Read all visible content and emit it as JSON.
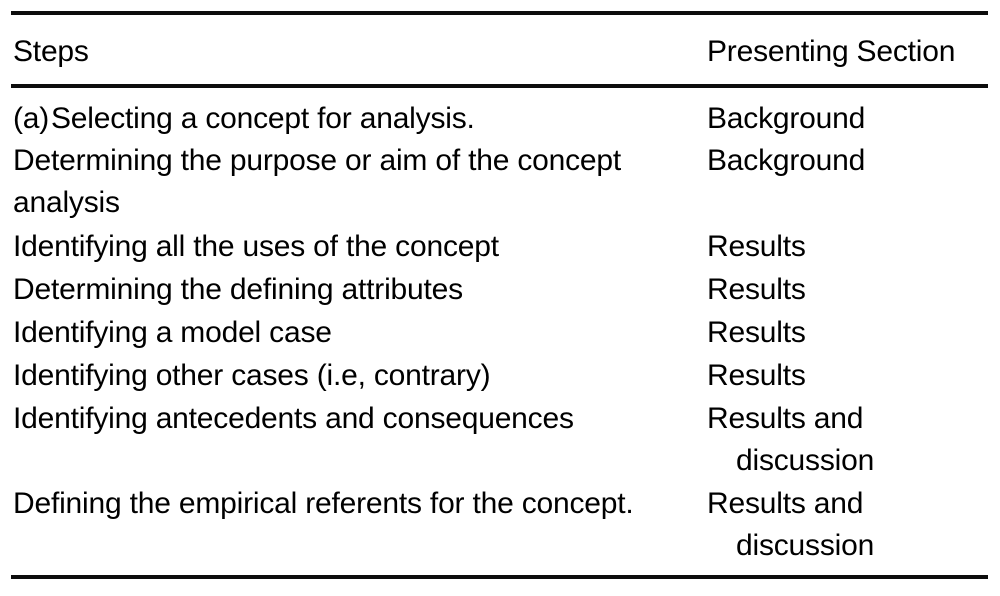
{
  "table": {
    "headers": {
      "steps": "Steps",
      "section": "Presenting Section"
    },
    "rows": [
      {
        "marker": "(a)",
        "step": "Selecting a concept for analysis.",
        "section": "Background",
        "section_cont": ""
      },
      {
        "marker": "",
        "step": "Determining the purpose or aim of the concept analysis",
        "section": "Background",
        "section_cont": ""
      },
      {
        "marker": "",
        "step": "Identifying all the uses of the concept",
        "section": "Results",
        "section_cont": ""
      },
      {
        "marker": "",
        "step": "Determining the defining attributes",
        "section": "Results",
        "section_cont": ""
      },
      {
        "marker": "",
        "step": "Identifying a model case",
        "section": "Results",
        "section_cont": ""
      },
      {
        "marker": "",
        "step": "Identifying other cases (i.e, contrary)",
        "section": "Results",
        "section_cont": ""
      },
      {
        "marker": "",
        "step": "Identifying antecedents and consequences",
        "section": "Results and",
        "section_cont": "discussion"
      },
      {
        "marker": "",
        "step": "Defining the empirical referents for the concept.",
        "section": "Results and",
        "section_cont": "discussion"
      }
    ]
  },
  "style": {
    "text_color": "#000000",
    "rule_color": "#0d0d0d",
    "background": "#ffffff"
  }
}
